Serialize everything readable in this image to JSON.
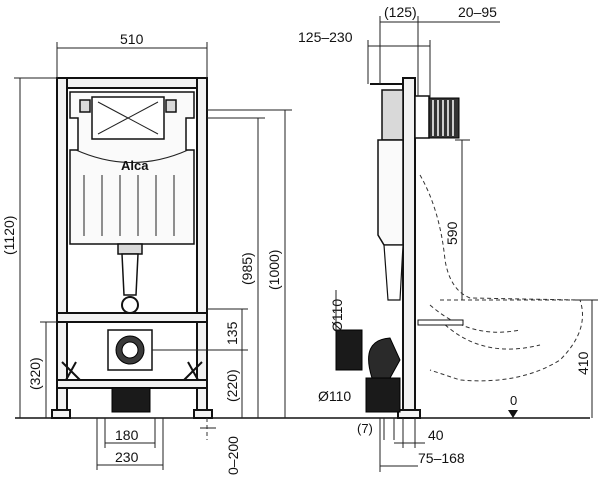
{
  "front": {
    "width_top": "510",
    "height_total": "(1120)",
    "height_985": "(985)",
    "height_1000": "(1000)",
    "dim_135": "135",
    "dim_220": "(220)",
    "dim_320": "(320)",
    "dim_180": "180",
    "dim_230": "230",
    "dim_0_200": "0–200",
    "brand": "Alca"
  },
  "side": {
    "dim_125": "(125)",
    "dim_20_95": "20–95",
    "dim_125_230": "125–230",
    "dim_590": "590",
    "dim_410": "410",
    "dim_phi110_top": "Ø110",
    "dim_phi110_bottom": "Ø110",
    "dim_7": "(7)",
    "dim_40": "40",
    "dim_75_168": "75–168",
    "floor_zero": "0"
  }
}
